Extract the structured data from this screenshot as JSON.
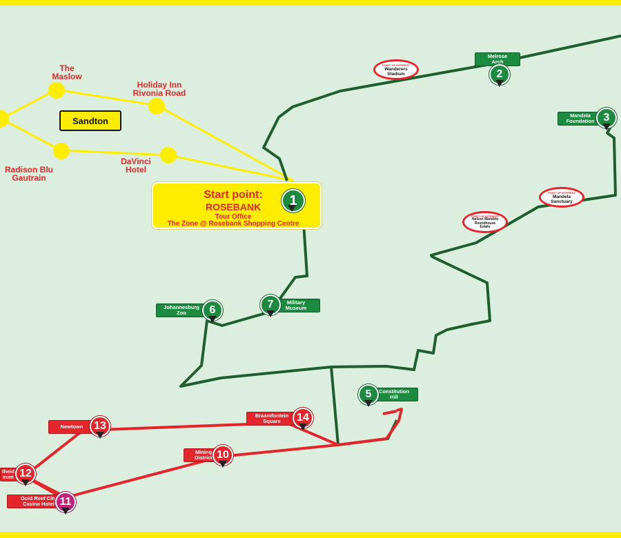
{
  "colors": {
    "background": "#dcefdf",
    "border": "#ffed00",
    "green_route": "#1e5e2f",
    "yellow_route": "#ffed00",
    "red_route": "#e3262b",
    "green_stop": "#1c8a3f",
    "red_stop": "#e3262b",
    "magenta_stop": "#c2227b"
  },
  "hotels": {
    "maslow": "The\nMaslow",
    "holiday_inn": "Holiday Inn\nRivonia Road",
    "radisson": "Radison Blu\nGautrain",
    "davinci": "DaVinci\nHotel"
  },
  "area_label": "Sandton",
  "start": {
    "heading": "Start point:",
    "name": "ROSEBANK",
    "line1": "Tour Office",
    "line2": "The Zone @ Rosebank Shopping Centre",
    "number": "1"
  },
  "stops": {
    "s2": {
      "number": "2",
      "label": "Melrose\nArch"
    },
    "s3": {
      "number": "3",
      "label": "Mandela\nFoundation"
    },
    "s5": {
      "number": "5",
      "label": "Constitution\nHill"
    },
    "s6": {
      "number": "6",
      "label": "Johannesburg\nZoo"
    },
    "s7": {
      "number": "7",
      "label": "Military\nMuseum"
    },
    "s10": {
      "number": "10",
      "label": "Mining\nDistrict"
    },
    "s11": {
      "number": "11",
      "label": "Gold Reef City\nCasino Hotel"
    },
    "s12": {
      "number": "12",
      "label": "theid\neum"
    },
    "s13": {
      "number": "13",
      "label": "Newtown"
    },
    "s14": {
      "number": "14",
      "label": "Braamfontein\nSquare"
    }
  },
  "poi": {
    "caption": "POINT OF INTEREST",
    "wanderers": "Wanderers\nStadium",
    "mandela_sanctuary": "Mandela\nSanctuary",
    "nelson_mandela_estate": "Nelson Mandela\nRoundhouse\nEstate"
  }
}
